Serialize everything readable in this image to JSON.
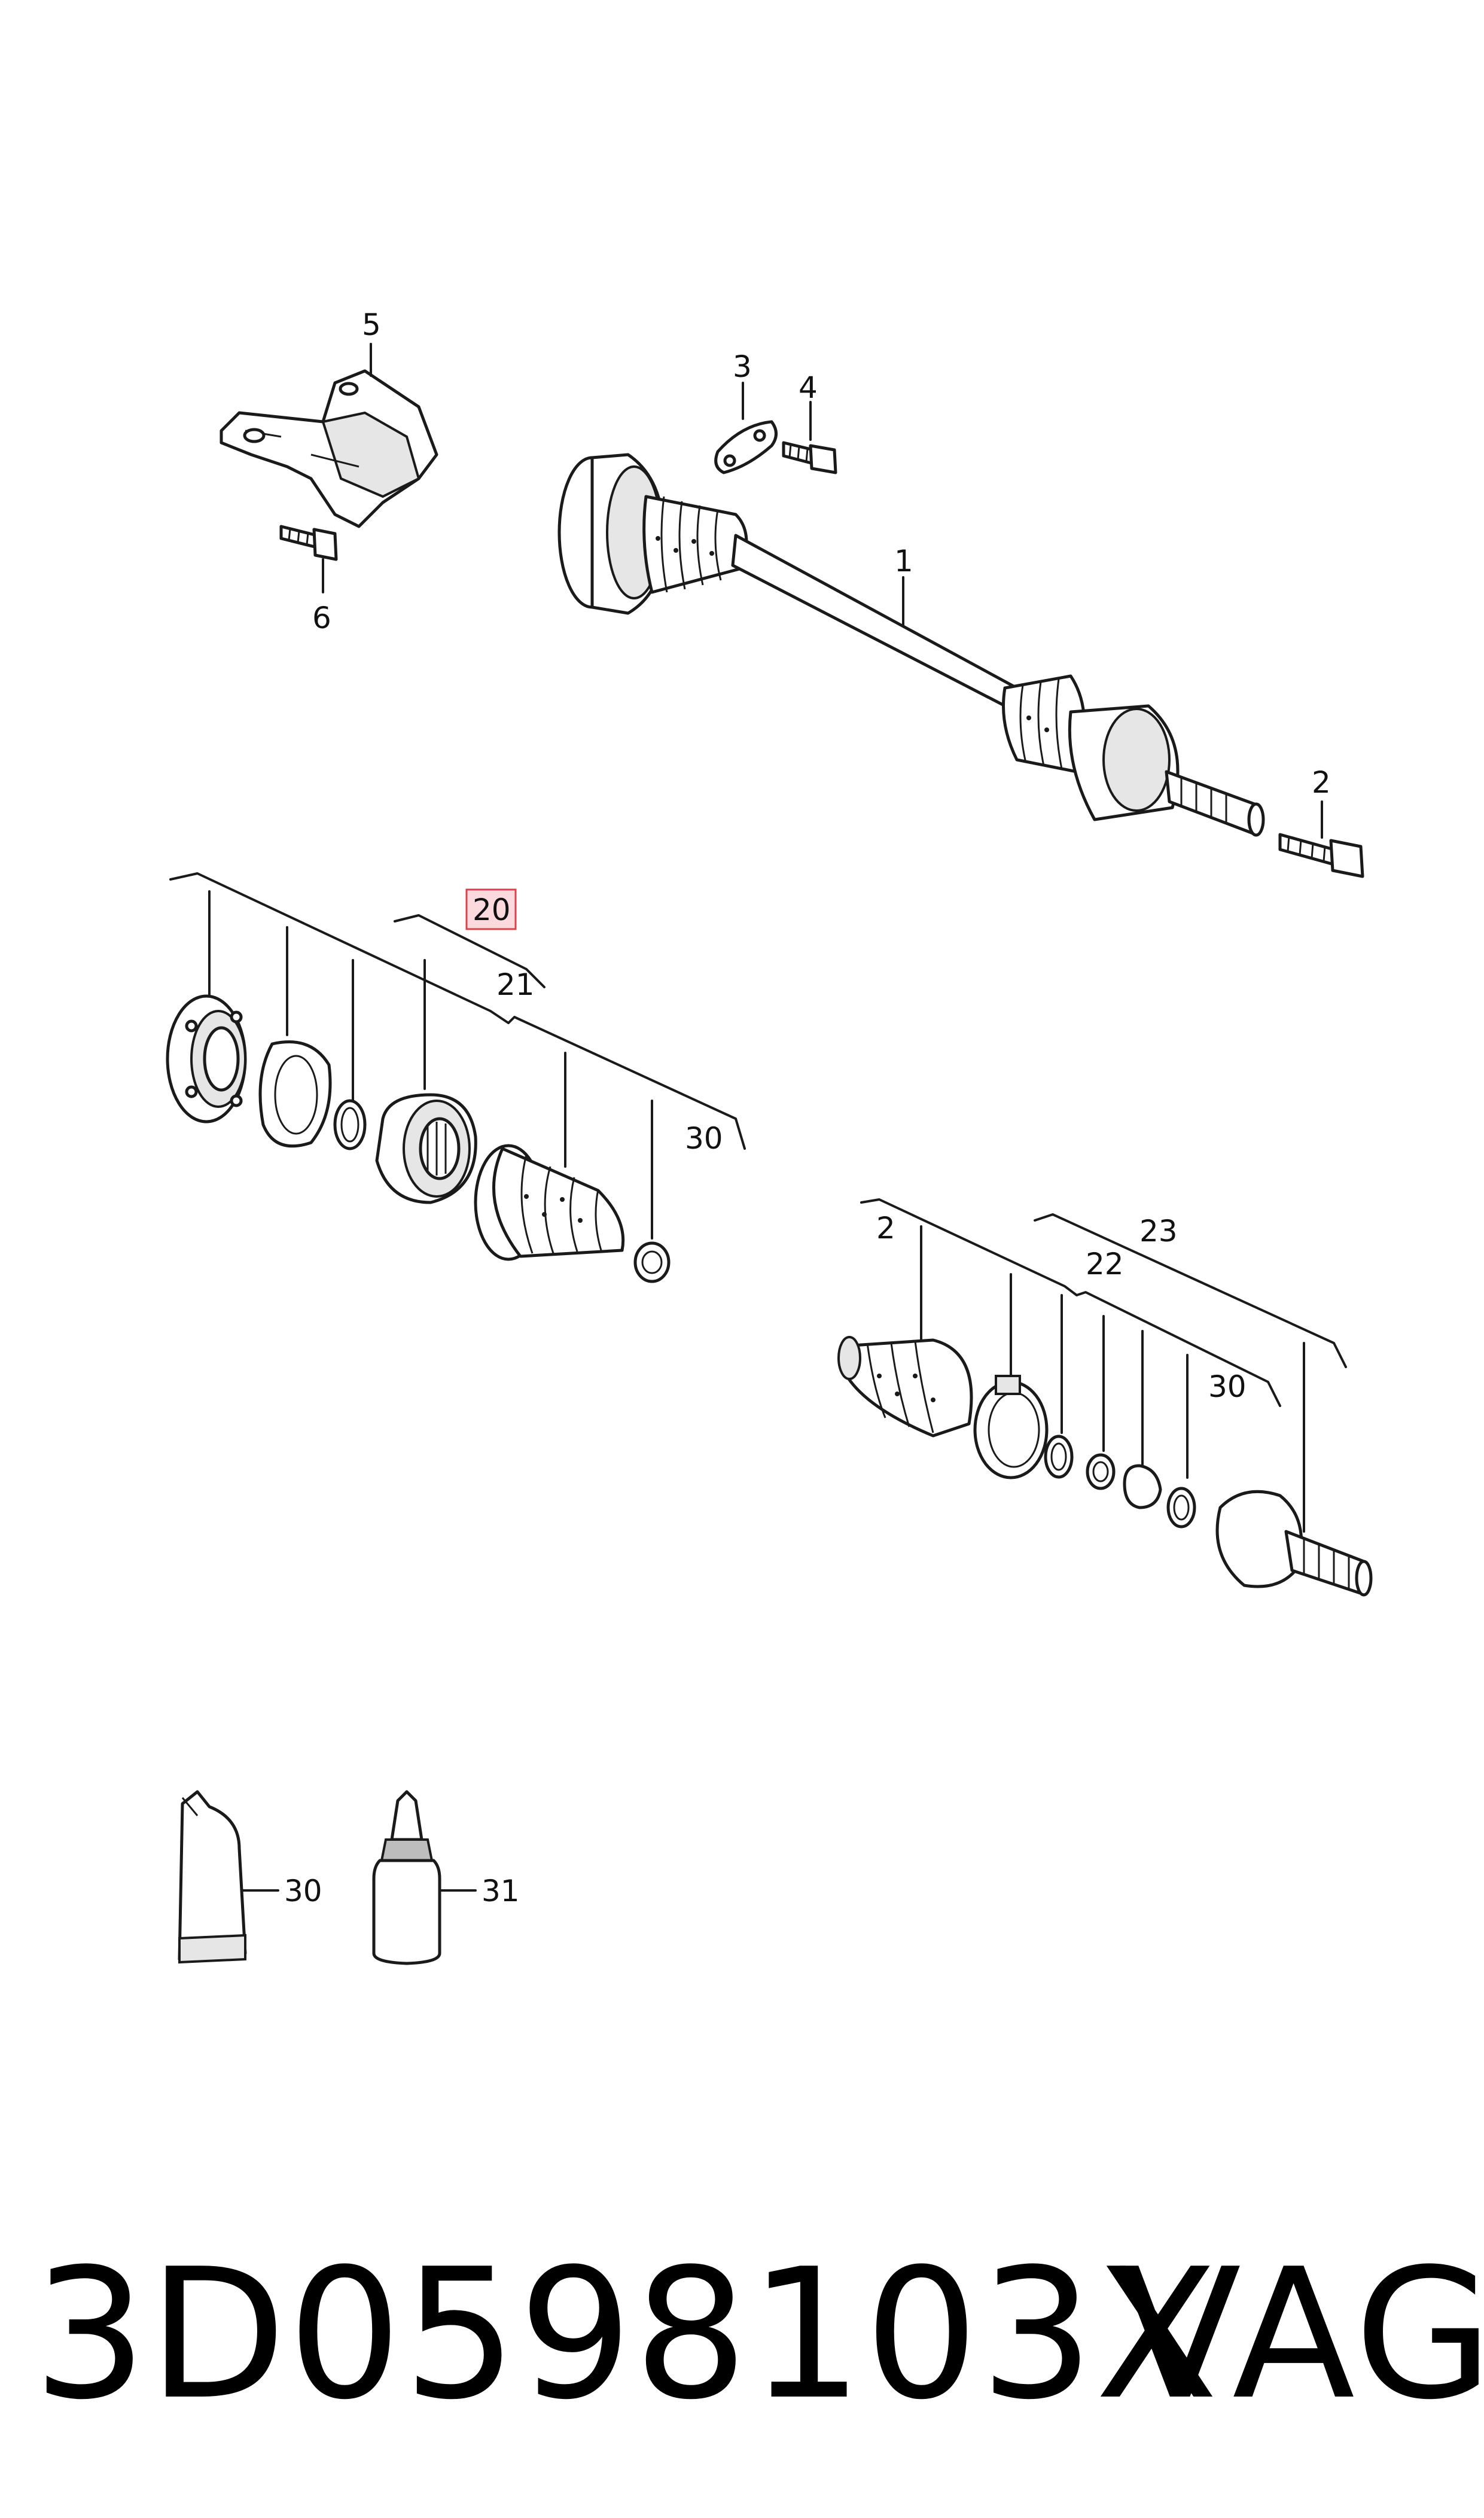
{
  "callouts": {
    "c1": "1",
    "c2": "2",
    "c3": "3",
    "c4": "4",
    "c5": "5",
    "c6": "6",
    "c20": "20",
    "c21": "21",
    "c30a": "30",
    "c2b": "2",
    "c22": "22",
    "c23": "23",
    "c30b": "30",
    "c30c": "30",
    "c31": "31"
  },
  "highlighted_callout": "20",
  "colors": {
    "highlight_fill": "#fbd9dc",
    "highlight_stroke": "#d9434e",
    "ink": "#1a1a1a"
  },
  "footer": {
    "part_number": "3D0598103X",
    "brand": "VAG"
  }
}
